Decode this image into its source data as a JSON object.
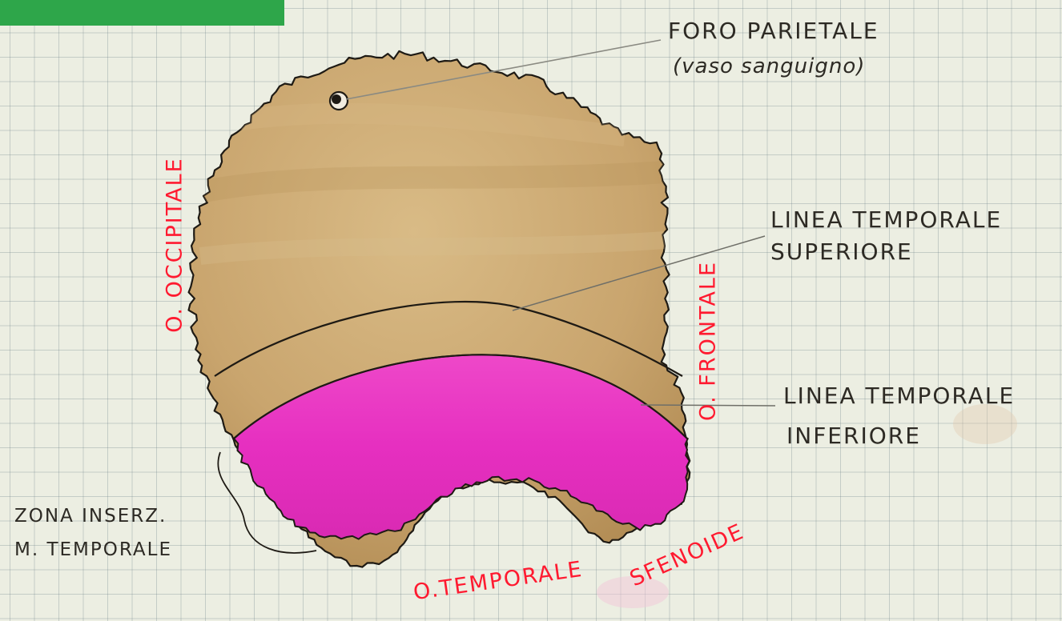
{
  "header_tab_color": "#2ea64a",
  "colors": {
    "bone": "#c9a56e",
    "bone_dark": "#b48e55",
    "muscle_zone": "#e62fc0",
    "outline": "#1e1a14",
    "label_red": "#ff1a30",
    "label_black": "#2d2a24"
  },
  "labels": {
    "foro_parietale": "FORO PARIETALE",
    "foro_parietale_note": "(vaso sanguigno)",
    "linea_sup_1": "LINEA TEMPORALE",
    "linea_sup_2": "SUPERIORE",
    "linea_inf_1": "LINEA TEMPORALE",
    "linea_inf_2": "INFERIORE",
    "zona_1": "ZONA INSERZ.",
    "zona_2": "M. TEMPORALE",
    "occipitale": "O. OCCIPITALE",
    "frontale": "O. FRONTALE",
    "temporale": "O.TEMPORALE",
    "sfenoide": "SFENOIDE"
  }
}
